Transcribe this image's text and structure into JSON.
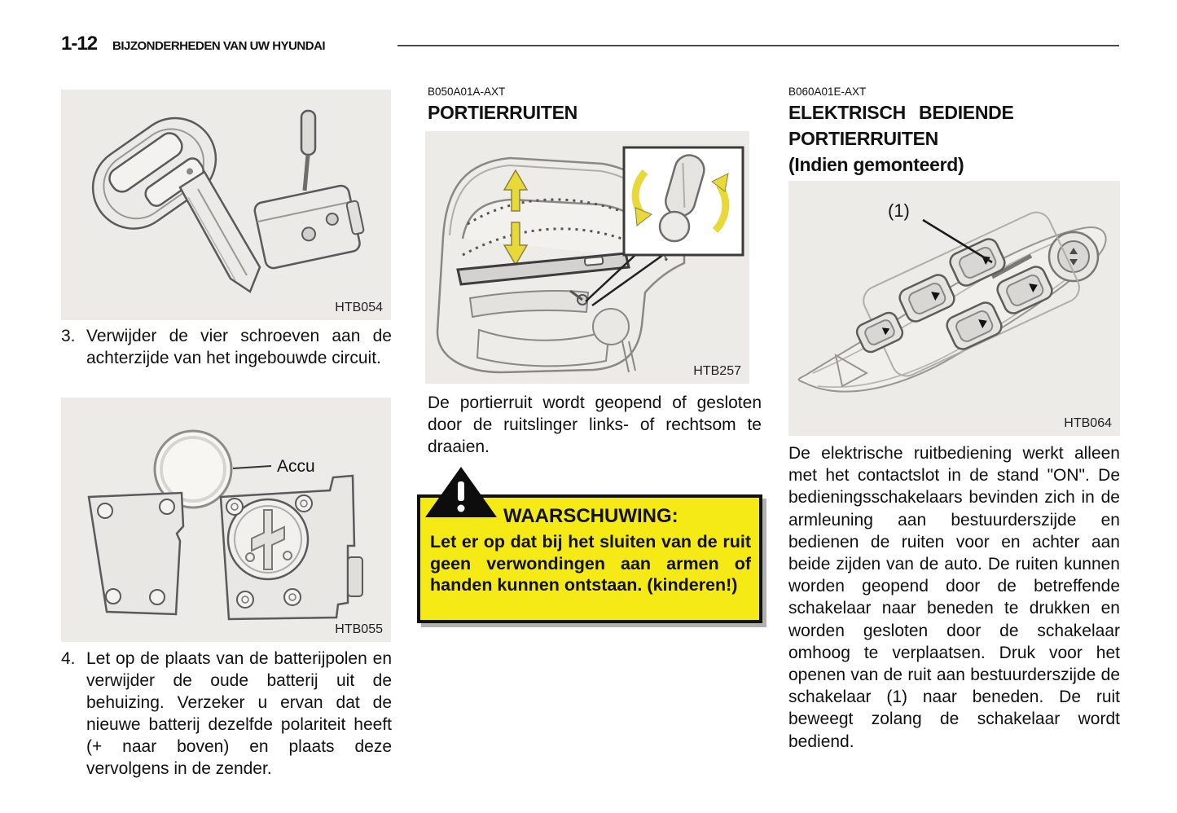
{
  "header": {
    "page_number": "1-12",
    "chapter_title": "BIJZONDERHEDEN VAN UW HYUNDAI"
  },
  "colors": {
    "warning_yellow": "#F5EA16",
    "figure_background": "#ECEBE8",
    "arrow_yellow": "#E9D83A"
  },
  "left": {
    "fig_key": {
      "caption": "HTB054"
    },
    "item3": {
      "number": "3.",
      "text": "Verwijder de vier schroeven aan de achterzijde van het ingebouwde circuit."
    },
    "fig_battery": {
      "caption": "HTB055",
      "accu_label": "Accu"
    },
    "item4": {
      "number": "4.",
      "text": "Let op de plaats van de batterijpolen en verwijder de oude batterij uit de behuizing. Verzeker u ervan dat de nieuwe batterij dezelfde polariteit heeft (+ naar boven) en plaats deze vervolgens in de zender."
    }
  },
  "middle": {
    "section_code": "B050A01A-AXT",
    "heading": "PORTIERRUITEN",
    "fig_door": {
      "caption": "HTB257"
    },
    "body": "De portierruit wordt geopend of gesloten door de ruitslinger links- of rechtsom te draaien.",
    "warning": {
      "title": "WAARSCHUWING:",
      "body": "Let er op dat bij het sluiten van de ruit geen verwondingen aan armen of handen kunnen ontstaan. (kinderen!)"
    }
  },
  "right": {
    "section_code": "B060A01E-AXT",
    "heading_line1": "ELEKTRISCH BEDIENDE",
    "heading_line2": "PORTIERRUITEN",
    "heading_line3": "(Indien gemonteerd)",
    "fig_switches": {
      "caption": "HTB064",
      "callout": "(1)"
    },
    "body": "De elektrische ruitbediening werkt alleen met het contactslot in de stand \"ON\". De bedieningsschakelaars bevinden zich in de armleuning aan bestuurderszijde en bedienen de ruiten voor en achter aan beide zijden van de auto. De ruiten kunnen worden geopend door de betreffende schakelaar naar beneden te drukken en worden gesloten door de schakelaar omhoog te verplaatsen. Druk voor het openen van de ruit aan bestuurderszijde de schakelaar (1) naar beneden. De ruit beweegt zolang de schakelaar wordt bediend."
  }
}
